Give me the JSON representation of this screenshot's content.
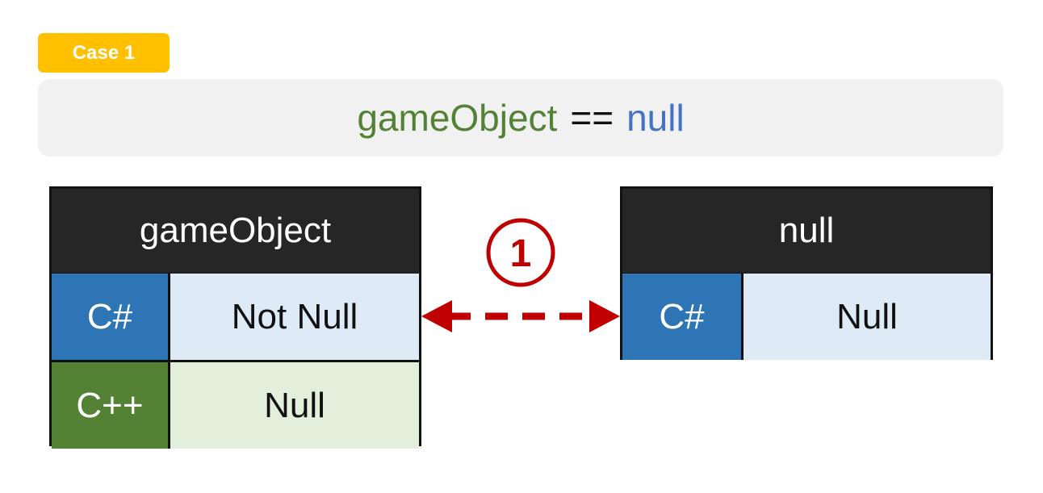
{
  "badge": {
    "label": "Case 1",
    "color": "#ffc000"
  },
  "expression": {
    "left": "gameObject",
    "operator": "==",
    "right": "null"
  },
  "left_table": {
    "header": "gameObject",
    "rows": [
      {
        "label": "C#",
        "value": "Not Null"
      },
      {
        "label": "C++",
        "value": "Null"
      }
    ]
  },
  "right_table": {
    "header": "null",
    "rows": [
      {
        "label": "C#",
        "value": "Null"
      }
    ]
  },
  "comparison": {
    "marker": "1",
    "color": "#c00000"
  },
  "colors": {
    "header_bg": "#262626",
    "csharp_label": "#2e75b6",
    "csharp_value": "#deebf7",
    "cpp_label": "#548235",
    "cpp_value": "#e2efda",
    "expr_object": "#538135",
    "expr_null": "#4472c4"
  }
}
